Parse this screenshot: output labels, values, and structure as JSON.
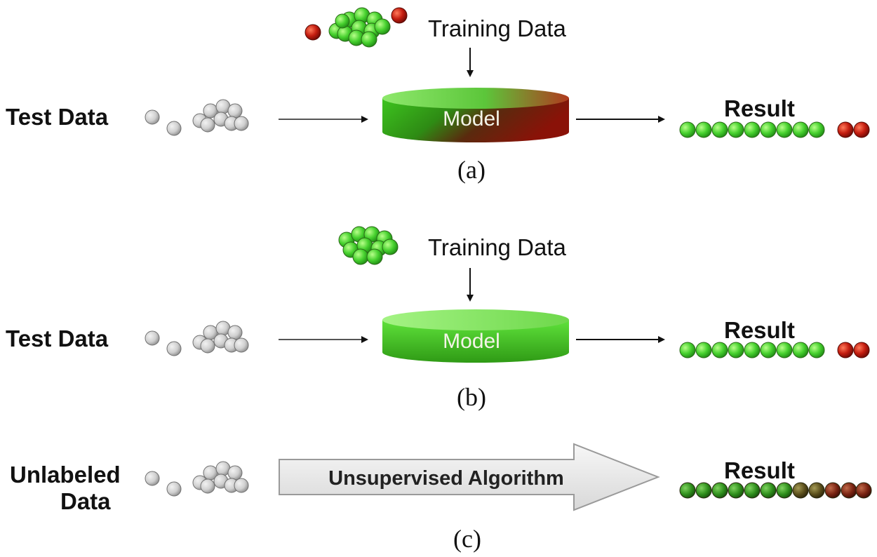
{
  "panels": [
    {
      "id": "a",
      "input_label": "Test Data",
      "training_label": "Training Data",
      "model_label": "Model",
      "result_label": "Result",
      "caption": "(a)"
    },
    {
      "id": "b",
      "input_label": "Test Data",
      "training_label": "Training Data",
      "model_label": "Model",
      "result_label": "Result",
      "caption": "(b)"
    },
    {
      "id": "c",
      "input_label_line1": "Unlabeled",
      "input_label_line2": "Data",
      "algorithm_label": "Unsupervised Algorithm",
      "result_label": "Result",
      "caption": "(c)"
    }
  ],
  "colors": {
    "green": "#3ccf2a",
    "red": "#b3180f",
    "gray": "#c8c8c8",
    "dark_green": "#2f8f1c"
  }
}
